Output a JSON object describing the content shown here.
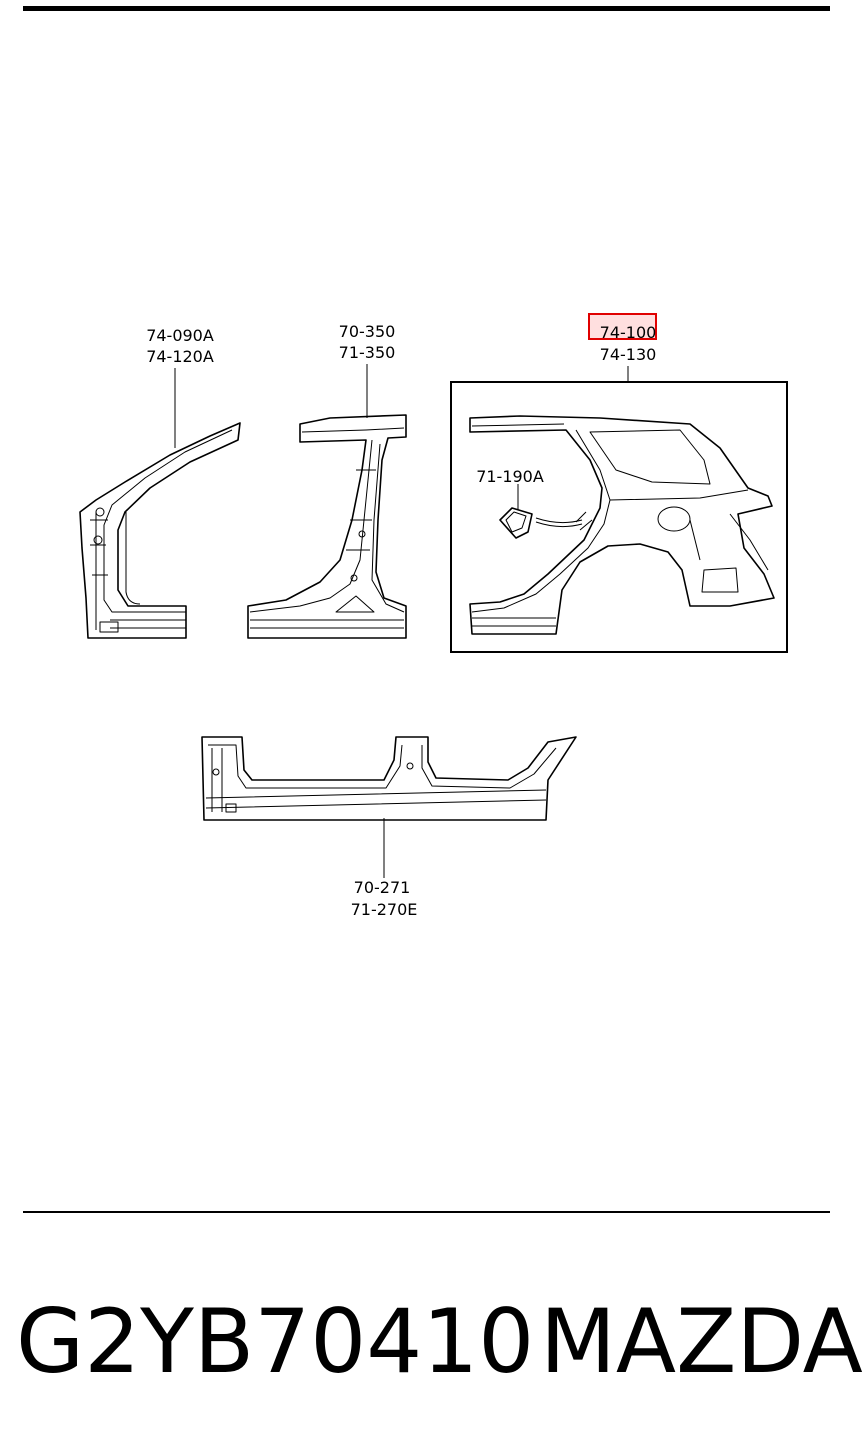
{
  "callouts": {
    "front_pillar": [
      "74-090A",
      "74-120A"
    ],
    "center_pillar": [
      "70-350",
      "71-350"
    ],
    "rear_fender": [
      "74-100",
      "74-130"
    ],
    "fuel_lid": "71-190A",
    "sill": [
      "70-271",
      "71-270E"
    ]
  },
  "highlighted_callout": "74-100",
  "highlight_color": "#e00000",
  "footer": {
    "part_number": "G2YB70410",
    "brand": "MAZDA"
  }
}
